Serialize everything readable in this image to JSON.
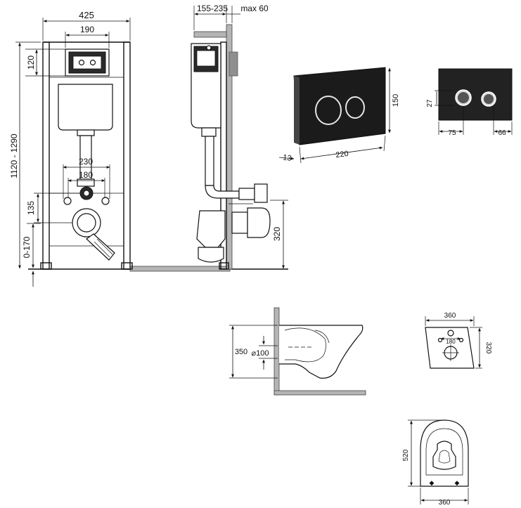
{
  "front_view": {
    "frame_width": "425",
    "flush_plate_width": "190",
    "top_height": "120",
    "total_height": "1120 - 1290",
    "water_inlet_spacing_1": "230",
    "water_inlet_spacing_2": "180",
    "drain_height": "135",
    "leg_adjustment": "0-170"
  },
  "side_view": {
    "depth": "155-235",
    "max_depth": "max 60",
    "drain_center_height": "320"
  },
  "flush_plate": {
    "thickness": "13",
    "width": "220",
    "height": "150"
  },
  "flush_plate_front": {
    "button_offset": "27",
    "left_button_distance": "75",
    "right_button_distance": "66"
  },
  "bowl_side": {
    "height": "350",
    "outlet_diameter": "⌀100"
  },
  "bowl_back": {
    "width": "360",
    "bolt_spacing": "180",
    "depth": "320"
  },
  "bowl_top": {
    "length": "520",
    "width": "360"
  }
}
